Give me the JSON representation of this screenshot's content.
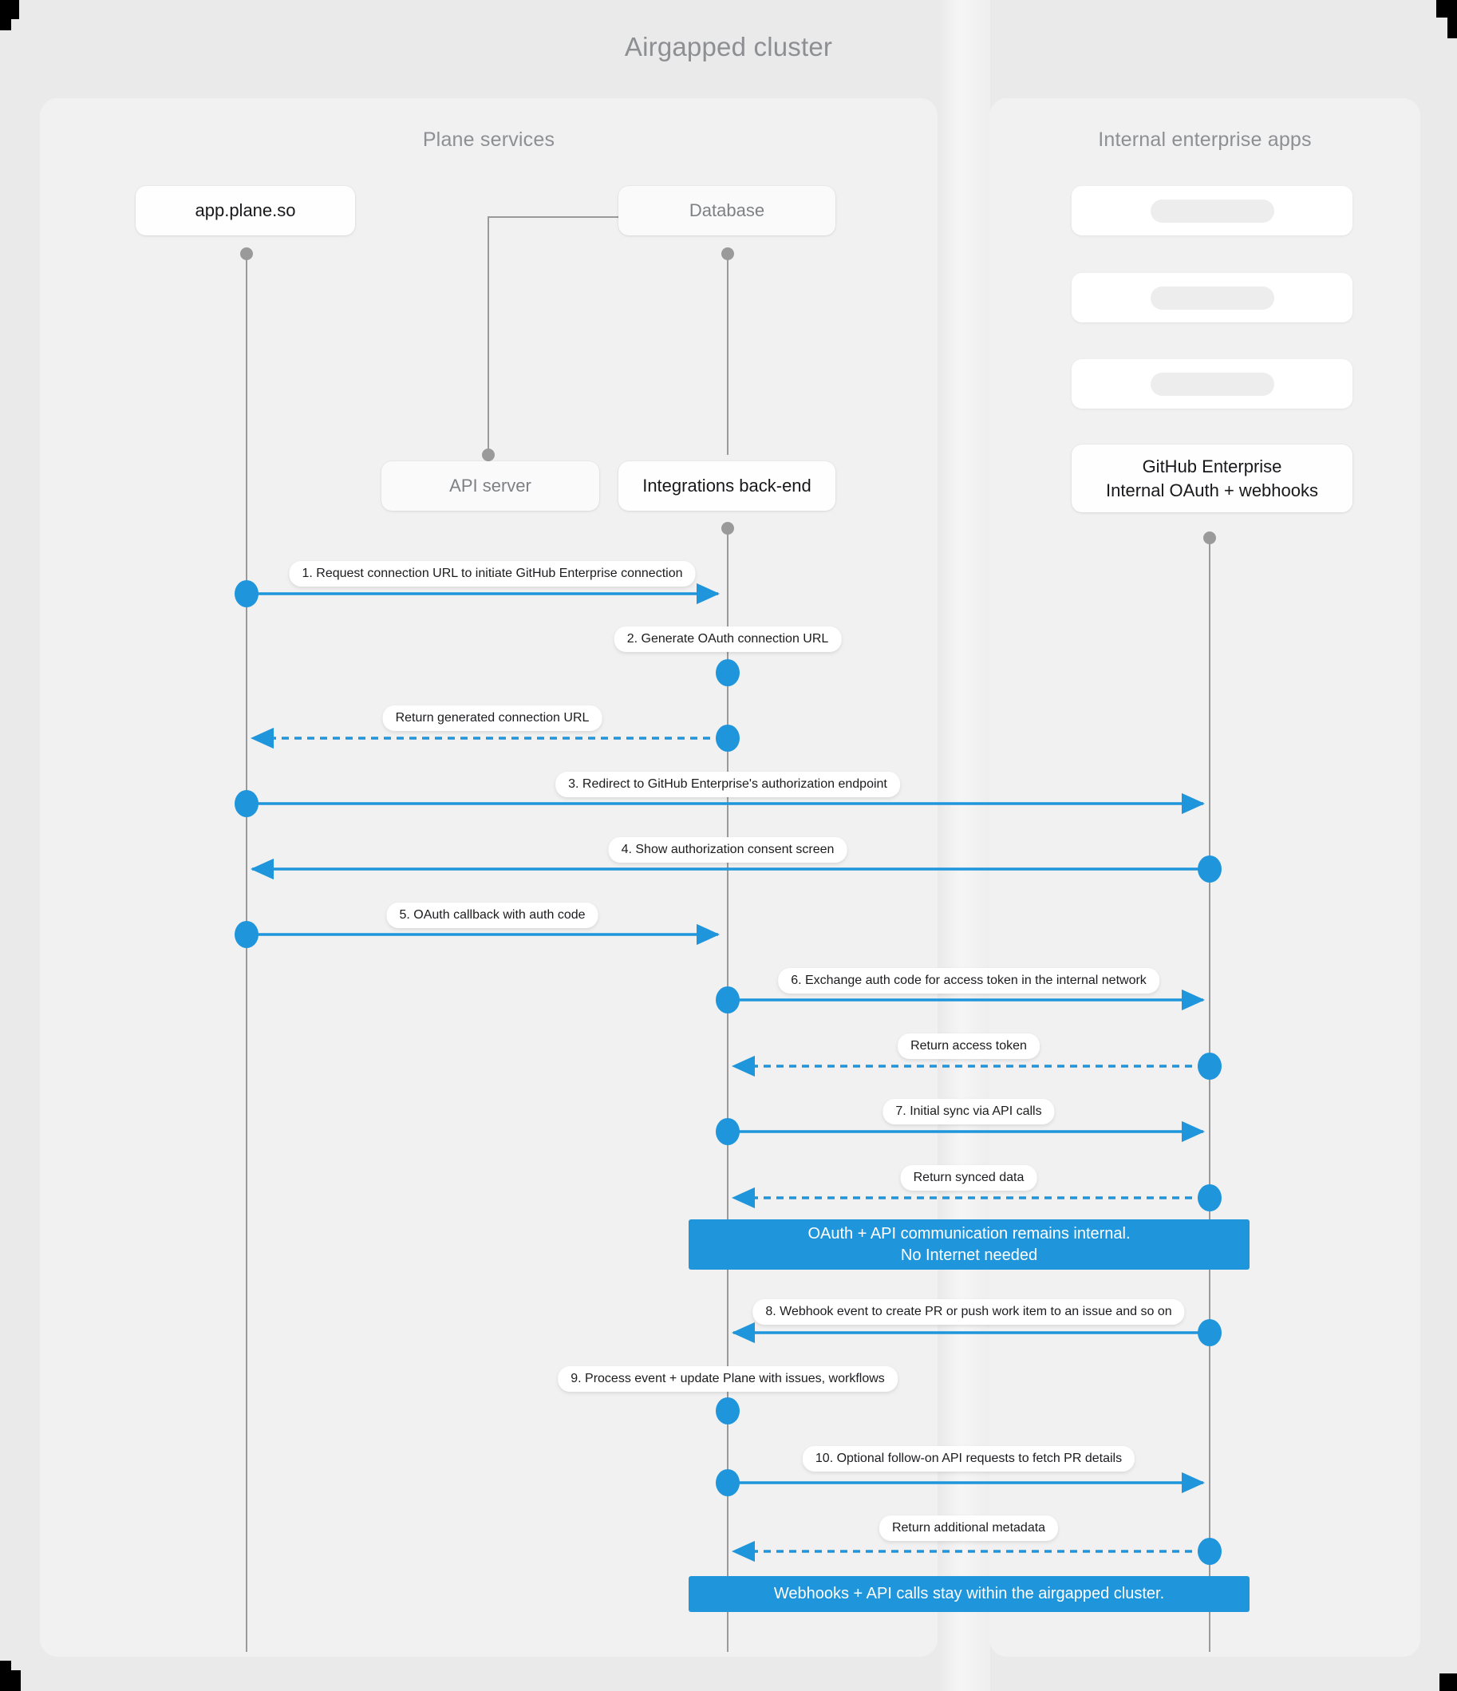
{
  "diagram": {
    "title": "Airgapped cluster",
    "type": "sequence",
    "accent_color": "#1f95db",
    "background_color": "#eaeaea",
    "panel_color": "#f1f1f1"
  },
  "panels": [
    {
      "id": "plane",
      "title": "Plane services"
    },
    {
      "id": "apps",
      "title": "Internal enterprise apps"
    }
  ],
  "nodes": {
    "app_plane": "app.plane.so",
    "database": "Database",
    "api_server": "API server",
    "integrations_backend": "Integrations back-end",
    "github_enterprise_line1": "GitHub Enterprise",
    "github_enterprise_line2": "Internal OAuth + webhooks"
  },
  "messages": [
    {
      "n": 1,
      "text": "1. Request connection URL to initiate GitHub Enterprise connection"
    },
    {
      "n": 2,
      "text": "2. Generate OAuth connection URL"
    },
    {
      "n": 3,
      "text": "Return generated connection URL"
    },
    {
      "n": 4,
      "text": "3. Redirect to GitHub Enterprise's authorization endpoint"
    },
    {
      "n": 5,
      "text": "4. Show authorization consent screen"
    },
    {
      "n": 6,
      "text": "5. OAuth callback with auth code"
    },
    {
      "n": 7,
      "text": "6. Exchange auth code for access token in the internal network"
    },
    {
      "n": 8,
      "text": "Return access token"
    },
    {
      "n": 9,
      "text": "7. Initial sync via API calls"
    },
    {
      "n": 10,
      "text": "Return synced data"
    },
    {
      "n": 11,
      "text": "8. Webhook event to create PR  or push work item to an issue  and so on"
    },
    {
      "n": 12,
      "text": "9. Process event + update Plane with issues, workflows"
    },
    {
      "n": 13,
      "text": "10. Optional follow-on API requests to fetch PR details"
    },
    {
      "n": 14,
      "text": "Return additional metadata"
    }
  ],
  "notes": {
    "note_1_line1": "OAuth + API communication remains internal.",
    "note_1_line2": "No Internet needed",
    "note_2": "Webhooks + API calls stay within the airgapped cluster."
  }
}
